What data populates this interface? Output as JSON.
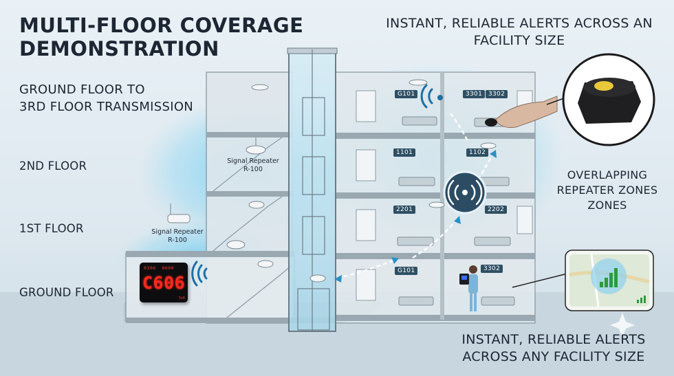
{
  "title": {
    "line1": "MULTI-FLOOR COVERAGE",
    "line2": "DEMONSTRATION"
  },
  "top_right": {
    "line1": "INSTANT, RELIABLE ALERTS ACROSS AN",
    "line2": "FACILITY SIZE"
  },
  "subtitle": {
    "line1": "GROUND FLOOR TO",
    "line2": "3RD FLOOR TRANSMISSION"
  },
  "floors": {
    "second": "2ND FLOOR",
    "first": "1ST FLOOR",
    "ground": "GROUND FLOOR"
  },
  "repeaters": [
    {
      "line1": "Signal Repeater",
      "line2": "R-100"
    },
    {
      "line1": "Signal Repeater",
      "line2": "R-100"
    }
  ],
  "rooms": {
    "third": [
      "G101",
      "3301",
      "3302"
    ],
    "second": [
      "1101",
      "1102"
    ],
    "first": [
      "2201",
      "2202"
    ],
    "ground": [
      "G101",
      "3302"
    ]
  },
  "overlap": {
    "line1": "OVERLAPPING",
    "line2": "REPEATER ZONES",
    "line3": "ZONES"
  },
  "bottom_right": {
    "line1": "INSTANT, RELIABLE ALERTS",
    "line2": "ACROSS ANY FACILITY SIZE"
  },
  "display": {
    "top_left": "0396",
    "top_right": "0600",
    "main": "C606",
    "corner": "5x6"
  },
  "colors": {
    "wall": "#c9d3da",
    "coverage": "#5ec8f0",
    "text": "#1d2633",
    "label_bg": "#2f4f63",
    "display_red": "#ff2a1f"
  }
}
